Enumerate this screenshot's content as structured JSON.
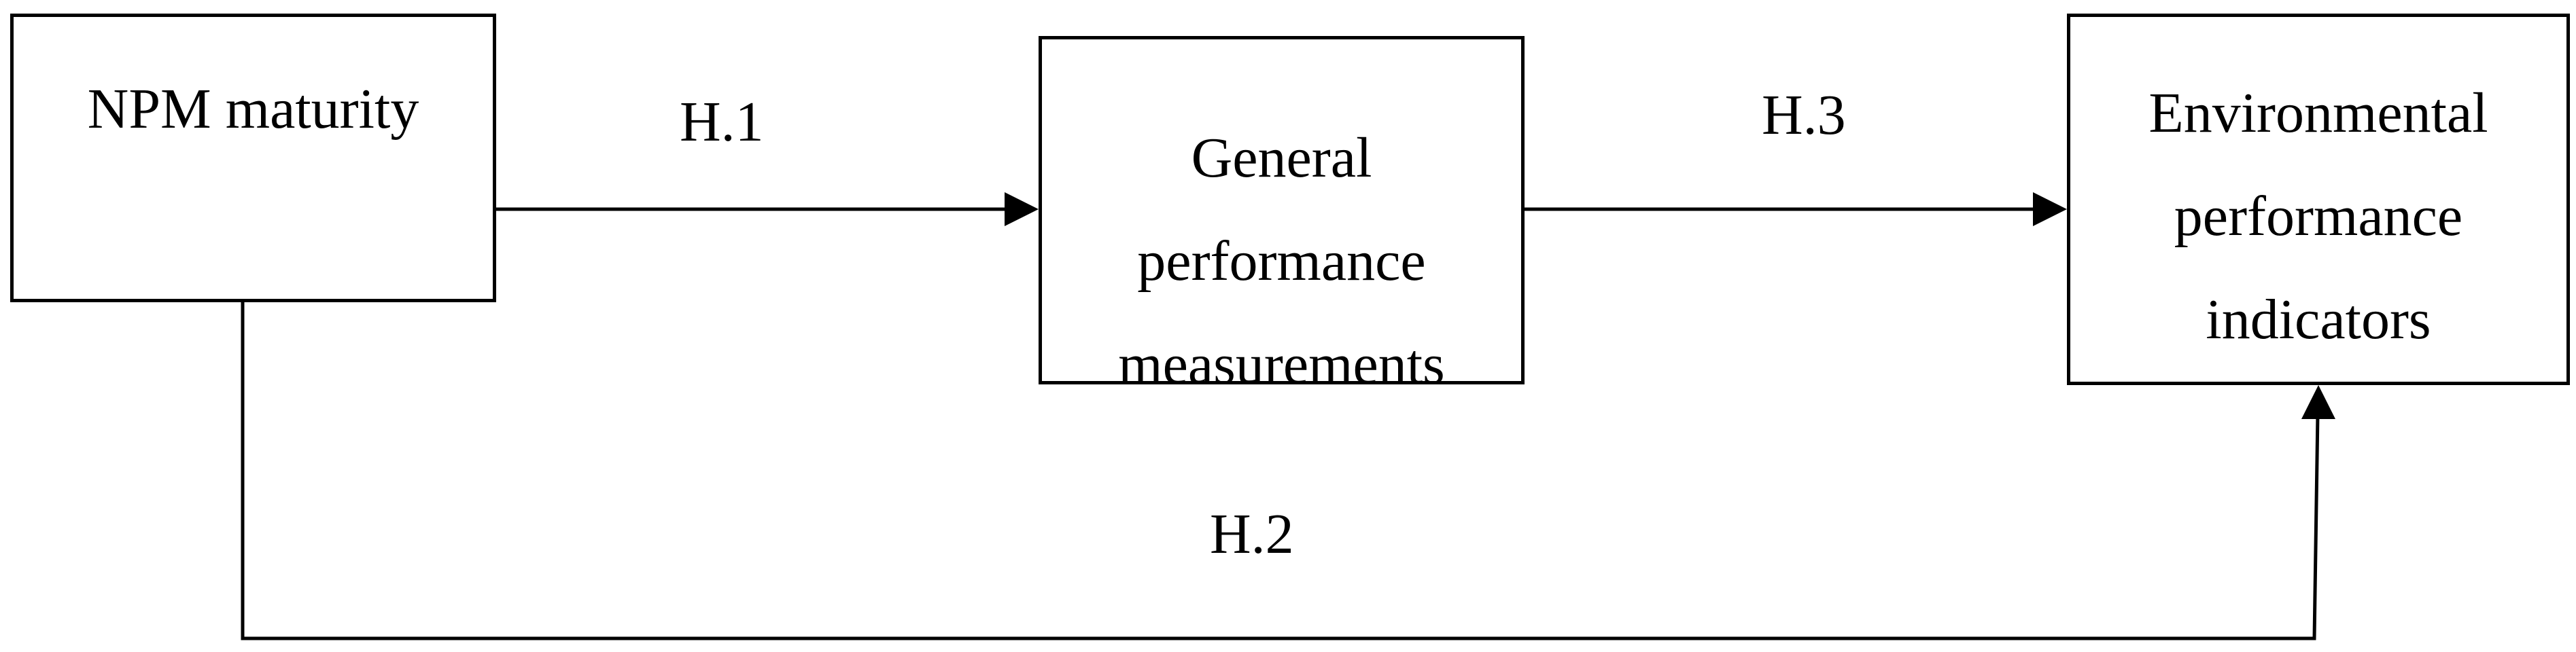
{
  "boxes": {
    "npm": {
      "lines": [
        "NPM maturity"
      ]
    },
    "gpm": {
      "lines": [
        "General",
        "performance",
        "measurements"
      ]
    },
    "epi": {
      "lines": [
        "Environmental",
        "performance",
        "indicators"
      ]
    }
  },
  "arrows": {
    "h1": {
      "label": "H.1",
      "from": "NPM maturity",
      "to": "General performance measurements"
    },
    "h2": {
      "label": "H.2",
      "from": "NPM maturity",
      "to": "Environmental performance indicators"
    },
    "h3": {
      "label": "H.3",
      "from": "General performance measurements",
      "to": "Environmental performance indicators"
    }
  }
}
